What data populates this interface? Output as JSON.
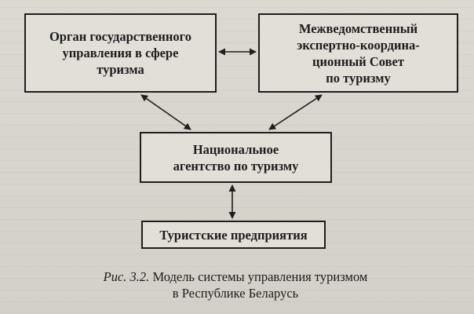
{
  "diagram": {
    "nodes": {
      "gov_body": "Орган государственного\nуправления в сфере\nтуризма",
      "council": "Межведомственный\nэкспертно-координа-\nционный Совет\nпо туризму",
      "agency": "Национальное\nагентство по туризму",
      "enterprises": "Туристские предприятия"
    },
    "edges": [
      {
        "from": "gov_body",
        "to": "council",
        "type": "bidirectional"
      },
      {
        "from": "gov_body",
        "to": "agency",
        "type": "bidirectional"
      },
      {
        "from": "council",
        "to": "agency",
        "type": "bidirectional"
      },
      {
        "from": "agency",
        "to": "enterprises",
        "type": "bidirectional"
      }
    ]
  },
  "caption": {
    "figure_label": "Рис. 3.2.",
    "line1": "Модель системы управления туризмом",
    "line2": "в Республике Беларусь"
  }
}
